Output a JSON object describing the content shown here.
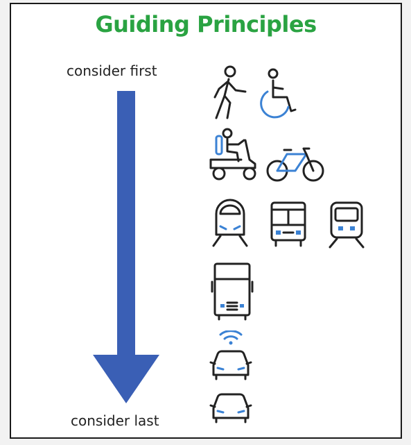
{
  "title": "Guiding Principles",
  "labels": {
    "top": "consider first",
    "bottom": "consider last"
  },
  "colors": {
    "title": "#2aa342",
    "arrow": "#3a5fb5",
    "accent": "#3b82d4",
    "outline": "#222222"
  },
  "tiers": [
    {
      "rank": 1,
      "icons": [
        "pedestrian-icon",
        "wheelchair-user-icon"
      ]
    },
    {
      "rank": 2,
      "icons": [
        "mobility-scooter-icon",
        "bicycle-icon"
      ]
    },
    {
      "rank": 3,
      "icons": [
        "high-speed-train-icon",
        "bus-icon",
        "light-rail-icon"
      ]
    },
    {
      "rank": 4,
      "icons": [
        "delivery-truck-icon"
      ]
    },
    {
      "rank": 5,
      "icons": [
        "connected-car-icon"
      ]
    },
    {
      "rank": 6,
      "icons": [
        "car-icon"
      ]
    }
  ]
}
